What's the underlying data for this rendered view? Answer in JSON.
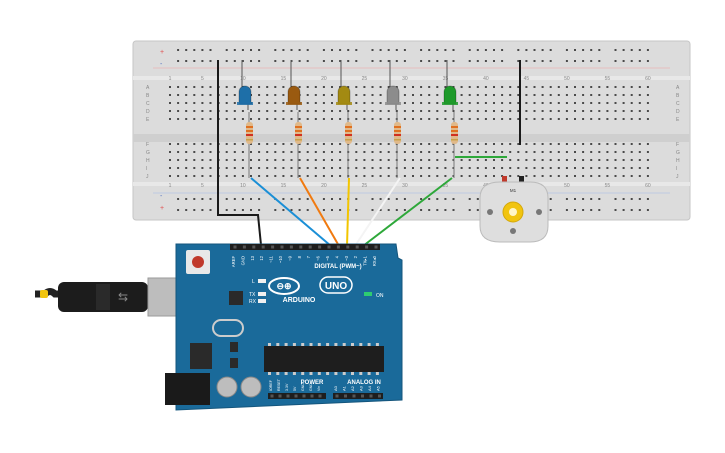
{
  "breadboard": {
    "col_labels_top": [
      "1",
      "5",
      "10",
      "15",
      "20",
      "25",
      "30",
      "35",
      "40",
      "45",
      "50",
      "55",
      "60"
    ],
    "col_labels_bottom": [
      "1",
      "5",
      "10",
      "15",
      "20",
      "25",
      "30",
      "35",
      "40",
      "45",
      "50",
      "55",
      "60"
    ],
    "row_labels_upper": [
      "A",
      "B",
      "C",
      "D",
      "E"
    ],
    "row_labels_lower": [
      "F",
      "G",
      "H",
      "I",
      "J"
    ],
    "rail_plus": "+",
    "rail_minus": "-"
  },
  "leds": [
    {
      "name": "blue-led",
      "color": "#1e6fa8"
    },
    {
      "name": "brown-led",
      "color": "#9a5a10"
    },
    {
      "name": "olive-led",
      "color": "#a38a12"
    },
    {
      "name": "gray-led",
      "color": "#8c8c8c"
    },
    {
      "name": "green-led",
      "color": "#1e9a2a"
    }
  ],
  "wires": [
    {
      "name": "blue-wire",
      "color": "#1b8fd6"
    },
    {
      "name": "orange-wire",
      "color": "#f07a10"
    },
    {
      "name": "yellow-wire",
      "color": "#f2c500"
    },
    {
      "name": "white-wire",
      "color": "#f4f4f4"
    },
    {
      "name": "green-wire",
      "color": "#2ea83a"
    },
    {
      "name": "black-wire",
      "color": "#1a1a1a"
    }
  ],
  "motor": {
    "label": "M1"
  },
  "arduino": {
    "brand": "ARDUINO",
    "model": "UNO",
    "digital_label": "DIGITAL (PWM~)",
    "power_label": "POWER",
    "analog_label": "ANALOG IN",
    "on_label": "ON",
    "led_l": "L",
    "led_tx": "TX",
    "led_rx": "RX",
    "header_top_labels": [
      "AREF",
      "GND",
      "13",
      "12",
      "~11",
      "~10",
      "~9",
      "8",
      "7",
      "~6",
      "~5",
      "4",
      "~3",
      "2",
      "TX▸1",
      "RX◂0"
    ],
    "power_pins": [
      "IOREF",
      "RESET",
      "3.3V",
      "5V",
      "GND",
      "GND",
      "Vin"
    ],
    "analog_pins": [
      "A0",
      "A1",
      "A2",
      "A3",
      "A4",
      "A5"
    ],
    "board_color": "#1a6a9a"
  }
}
